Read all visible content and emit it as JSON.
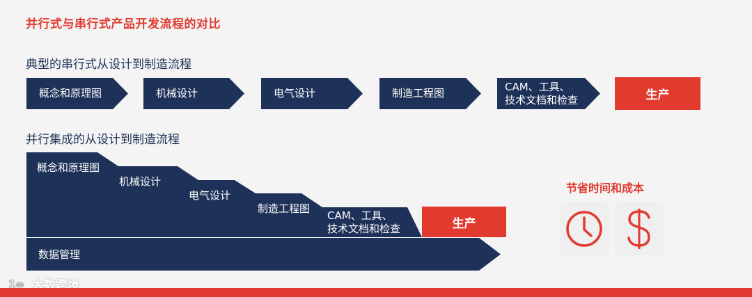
{
  "title": "并行式与串行式产品开发流程的对比",
  "serial": {
    "title": "典型的串行式从设计到制造流程",
    "steps": [
      "概念和原理图",
      "机械设计",
      "电气设计",
      "制造工程图"
    ],
    "last_step_line1": "CAM、工具、",
    "last_step_line2": "技术文档和检查",
    "production": "生产"
  },
  "parallel": {
    "title": "并行集成的从设计到制造流程",
    "steps": [
      "概念和原理图",
      "机械设计",
      "电气设计",
      "制造工程图"
    ],
    "last_step_line1": "CAM、工具、",
    "last_step_line2": "技术文档和检查",
    "production": "生产",
    "data_management": "数据管理"
  },
  "savings": {
    "title": "节省时间和成本",
    "icons": [
      "clock-icon",
      "dollar-icon"
    ]
  },
  "watermark": "大数跨境",
  "colors": {
    "navy": "#1e3158",
    "red": "#e23a2f"
  }
}
